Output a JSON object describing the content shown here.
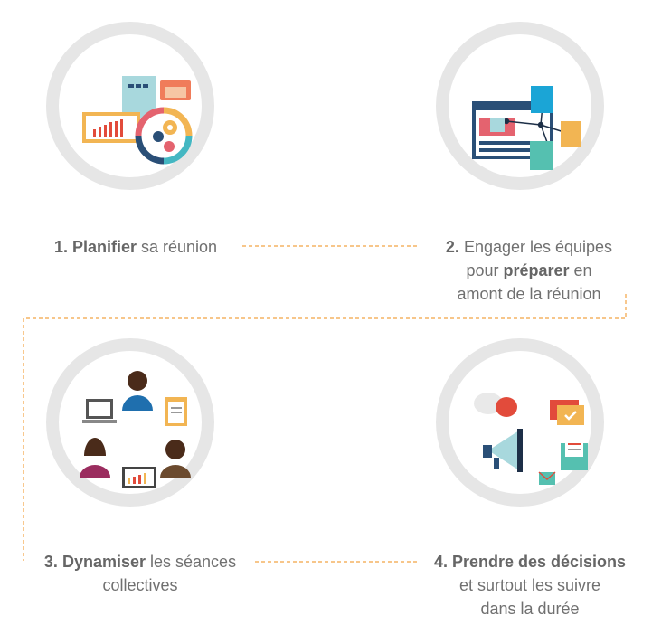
{
  "colors": {
    "ring": "#e6e6e6",
    "connector": "#f2a444",
    "text": "#707070"
  },
  "steps": [
    {
      "number": "1.",
      "bold": "Planifier",
      "rest": " sa réunion",
      "icon": "planning-gears-chart-icon"
    },
    {
      "number": "2.",
      "line1": " Engager les équipes",
      "line2_pre": "pour ",
      "bold": "préparer",
      "line2_post": " en",
      "line3": "amont de la réunion",
      "icon": "documents-network-icon"
    },
    {
      "number": "3.",
      "bold": "Dynamiser",
      "rest": " les séances",
      "line2": "collectives",
      "icon": "team-collaboration-icon"
    },
    {
      "bold": "4. Prendre des décisions",
      "line2": "et surtout les suivre",
      "line3": "dans la durée",
      "icon": "megaphone-decisions-icon"
    }
  ]
}
